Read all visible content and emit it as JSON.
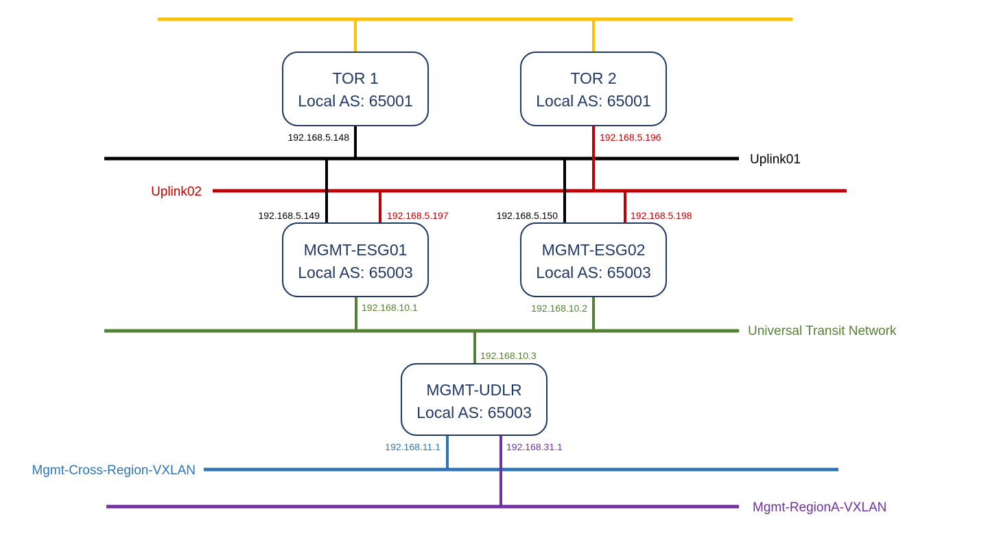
{
  "colors": {
    "node_border": "#1f3864",
    "node_text": "#1f3864",
    "external": "#ffc000",
    "uplink01": "#000000",
    "uplink02": "#c00000",
    "transit": "#548235",
    "cross_region": "#2e75b6",
    "region_a": "#7030a0"
  },
  "nodes": {
    "tor1": {
      "name": "TOR 1",
      "as": "Local AS: 65001"
    },
    "tor2": {
      "name": "TOR 2",
      "as": "Local AS: 65001"
    },
    "esg01": {
      "name": "MGMT-ESG01",
      "as": "Local AS: 65003"
    },
    "esg02": {
      "name": "MGMT-ESG02",
      "as": "Local AS: 65003"
    },
    "udlr": {
      "name": "MGMT-UDLR",
      "as": "Local AS: 65003"
    }
  },
  "networks": {
    "uplink01": "Uplink01",
    "uplink02": "Uplink02",
    "transit": "Universal Transit Network",
    "cross_region": "Mgmt-Cross-Region-VXLAN",
    "region_a": "Mgmt-RegionA-VXLAN"
  },
  "interfaces": {
    "tor1_uplink01": "192.168.5.148",
    "tor2_uplink02": "192.168.5.196",
    "esg01_uplink01": "192.168.5.149",
    "esg01_uplink02": "192.168.5.197",
    "esg02_uplink01": "192.168.5.150",
    "esg02_uplink02": "192.168.5.198",
    "esg01_transit": "192.168.10.1",
    "esg02_transit": "192.168.10.2",
    "udlr_transit": "192.168.10.3",
    "udlr_cross_region": "192.168.11.1",
    "udlr_region_a": "192.168.31.1"
  }
}
